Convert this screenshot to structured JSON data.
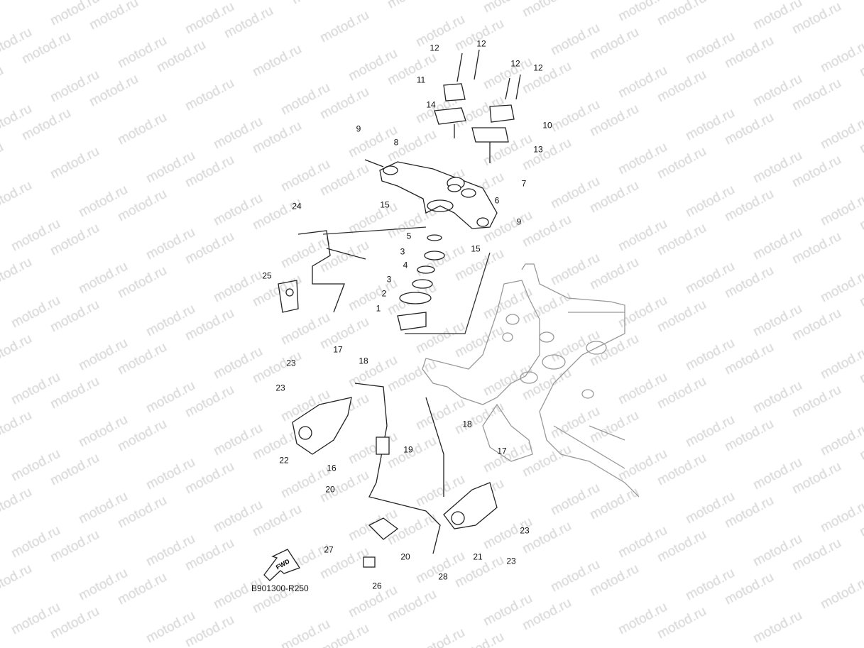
{
  "watermark": "motod.ru",
  "diagram_code": "B901300-R250",
  "fwd_label": "FWD",
  "callouts": [
    "12",
    "12",
    "12",
    "12",
    "11",
    "14",
    "10",
    "13",
    "9",
    "8",
    "7",
    "6",
    "15",
    "24",
    "9",
    "5",
    "15",
    "3",
    "4",
    "3",
    "2",
    "1",
    "25",
    "17",
    "18",
    "23",
    "23",
    "19",
    "22",
    "16",
    "18",
    "17",
    "20",
    "23",
    "27",
    "20",
    "21",
    "23",
    "28",
    "26"
  ]
}
